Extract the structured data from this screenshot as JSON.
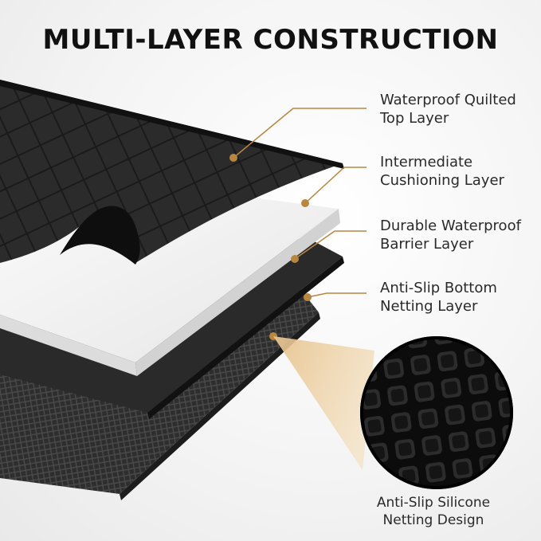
{
  "title": "MULTI-LAYER CONSTRUCTION",
  "accent_color": "#b8863f",
  "layers": [
    {
      "line1": "Waterproof Quilted",
      "line2": "Top Layer"
    },
    {
      "line1": "Intermediate",
      "line2": "Cushioning Layer"
    },
    {
      "line1": "Durable Waterproof",
      "line2": "Barrier Layer"
    },
    {
      "line1": "Anti-Slip Bottom",
      "line2": "Netting Layer"
    }
  ],
  "detail_caption": {
    "line1": "Anti-Slip Silicone",
    "line2": "Netting Design"
  }
}
